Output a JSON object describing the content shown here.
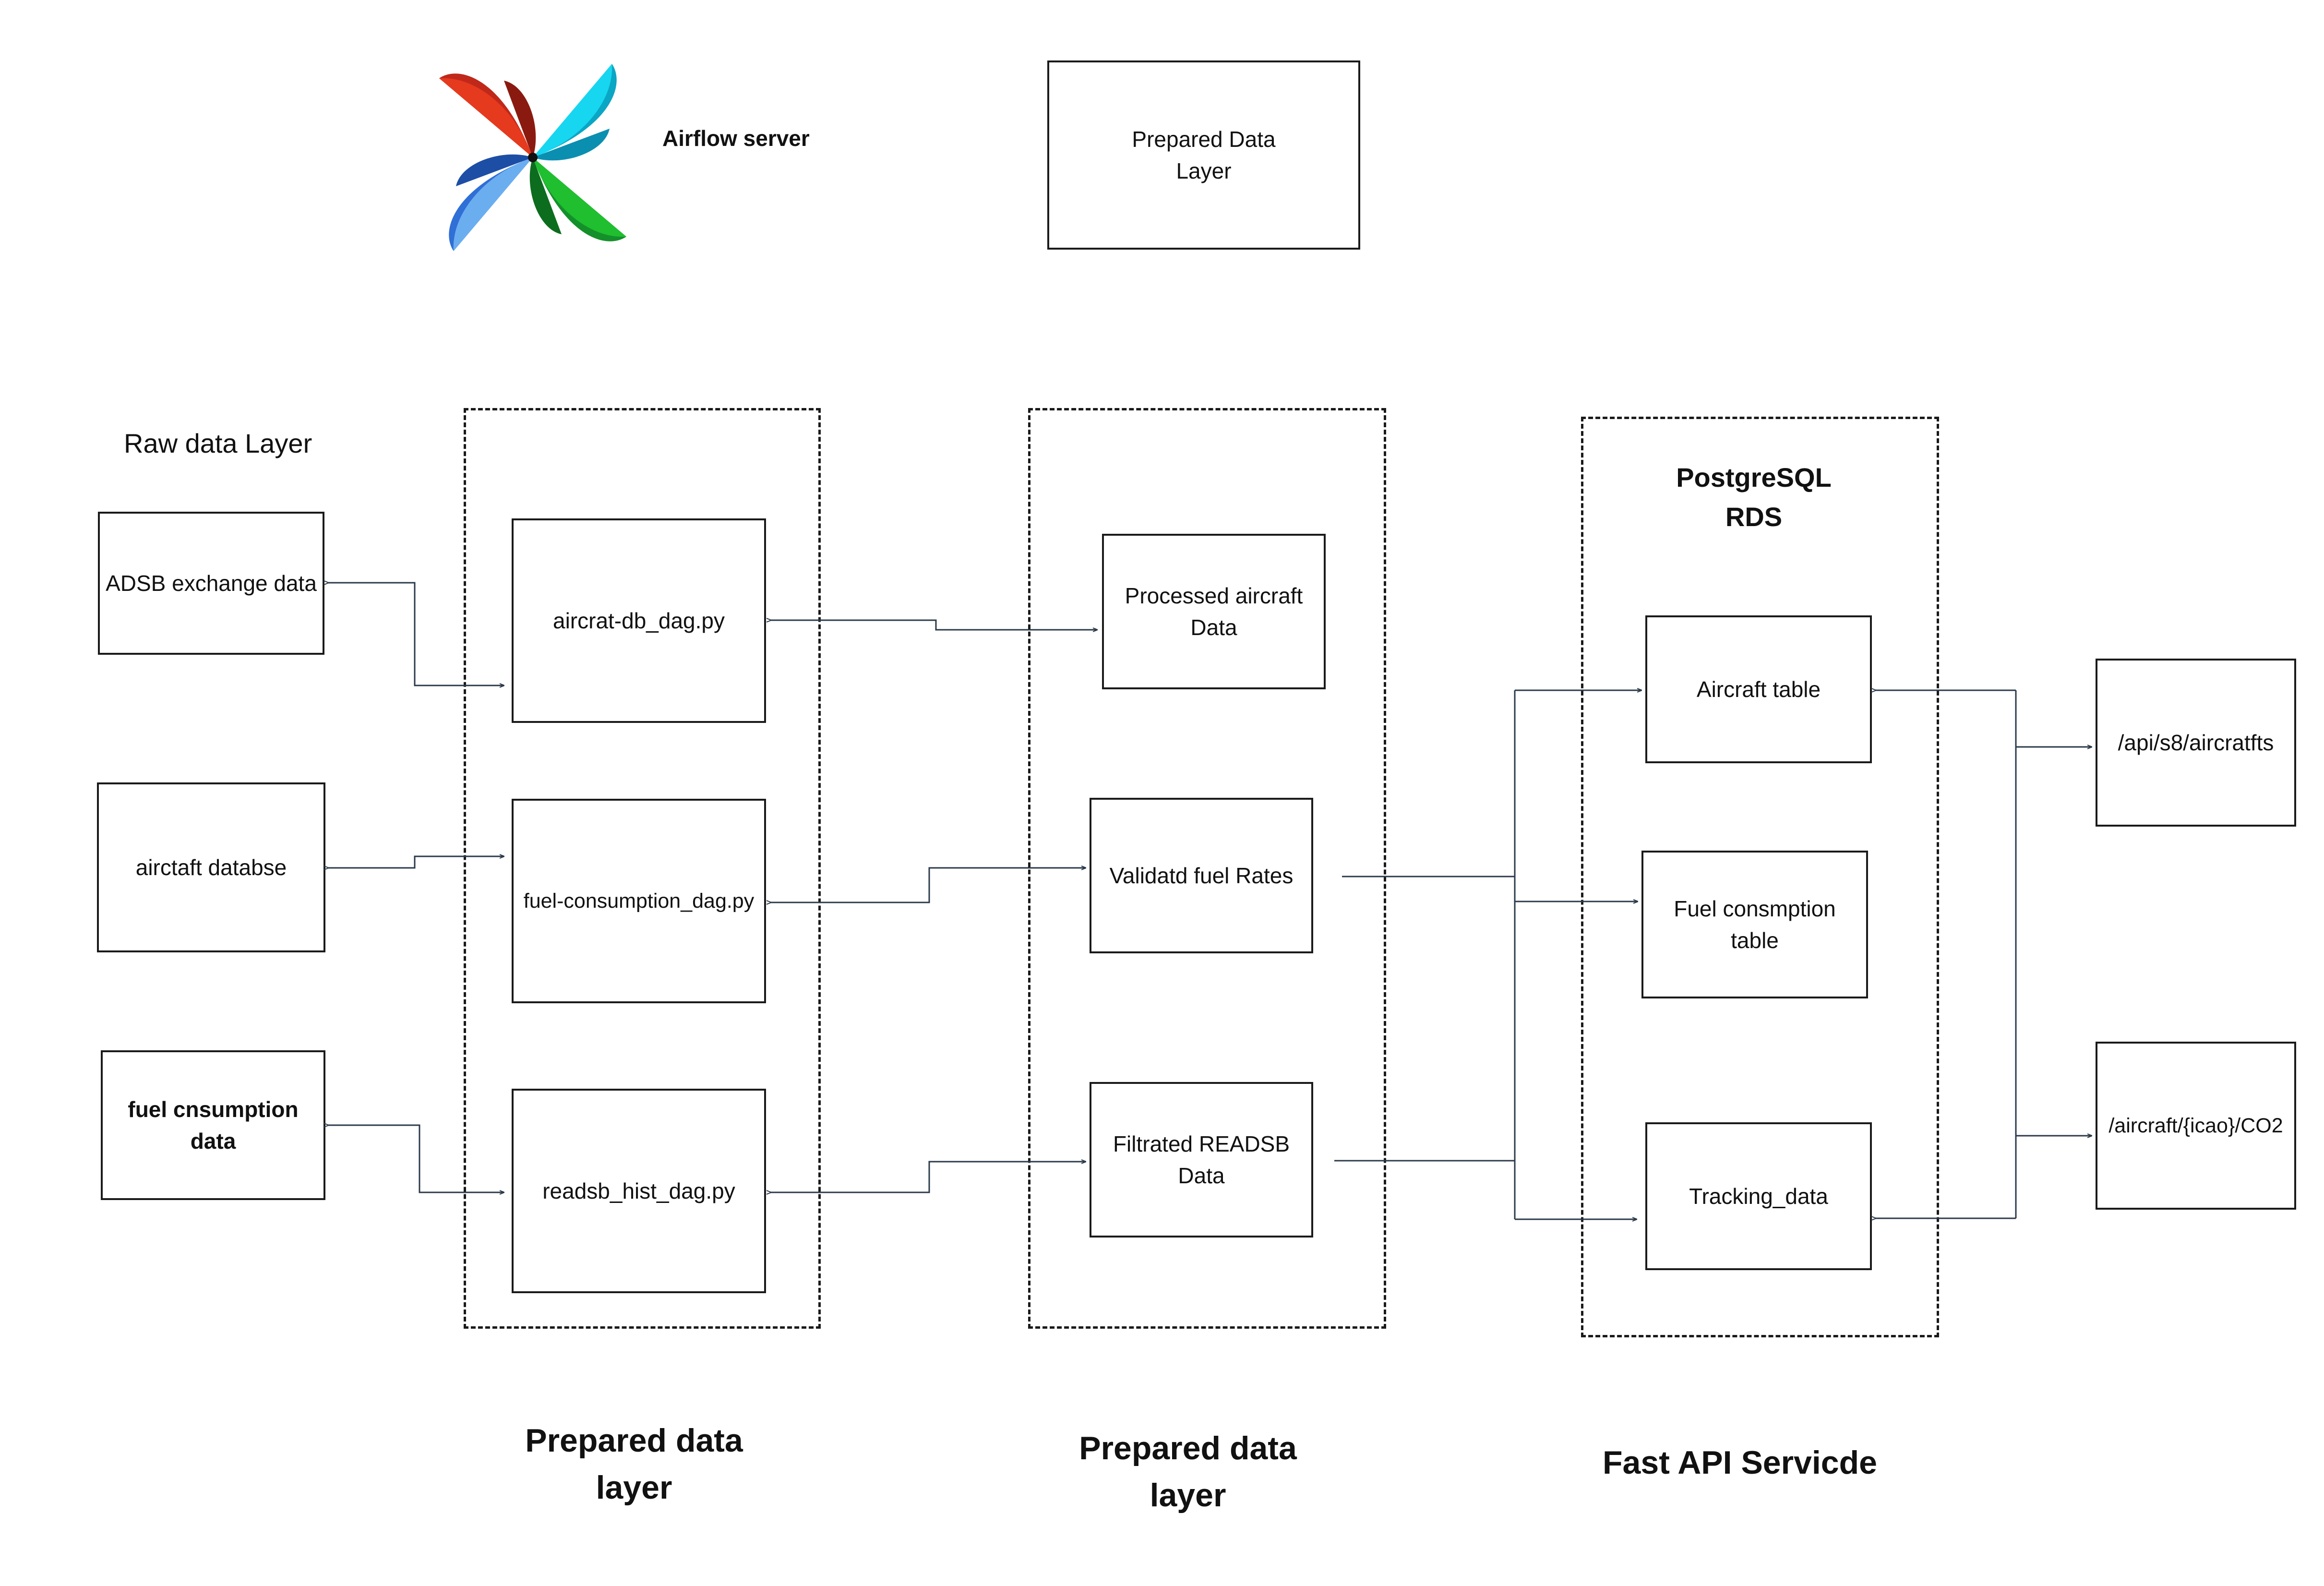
{
  "header": {
    "airflow_label": "Airflow server",
    "prepared_box": "Prepared Data\nLayer"
  },
  "raw_layer": {
    "title": "Raw data Layer",
    "sources": [
      "ADSB exchange data",
      "airctaft databse",
      "fuel cnsumption\ndata"
    ]
  },
  "dags": [
    "aircrat-db_dag.py",
    "fuel-consumption_dag.py",
    "readsb_hist_dag.py"
  ],
  "prepared": [
    "Processed aircraft\nData",
    "Validatd fuel Rates",
    "Filtrated READSB\nData"
  ],
  "postgres": {
    "title": "PostgreSQL\nRDS",
    "tables": [
      "Aircraft table",
      "Fuel consmption\ntable",
      "Tracking_data"
    ]
  },
  "api": {
    "endpoints": [
      "/api/s8/aircratfts",
      "/aircraft/{icao}/CO2"
    ]
  },
  "captions": {
    "col1": "Prepared data\nlayer",
    "col2": "Prepared data\nlayer",
    "col3": "Fast API Servicde"
  },
  "colors": {
    "line": "#2b3a4a",
    "border": "#1a1a1a",
    "logo_red": "#e53a1e",
    "logo_cyan": "#17d6f0",
    "logo_green": "#1fbf2f",
    "logo_blue": "#4a90e2"
  },
  "icons": [
    "airflow-logo-icon"
  ]
}
